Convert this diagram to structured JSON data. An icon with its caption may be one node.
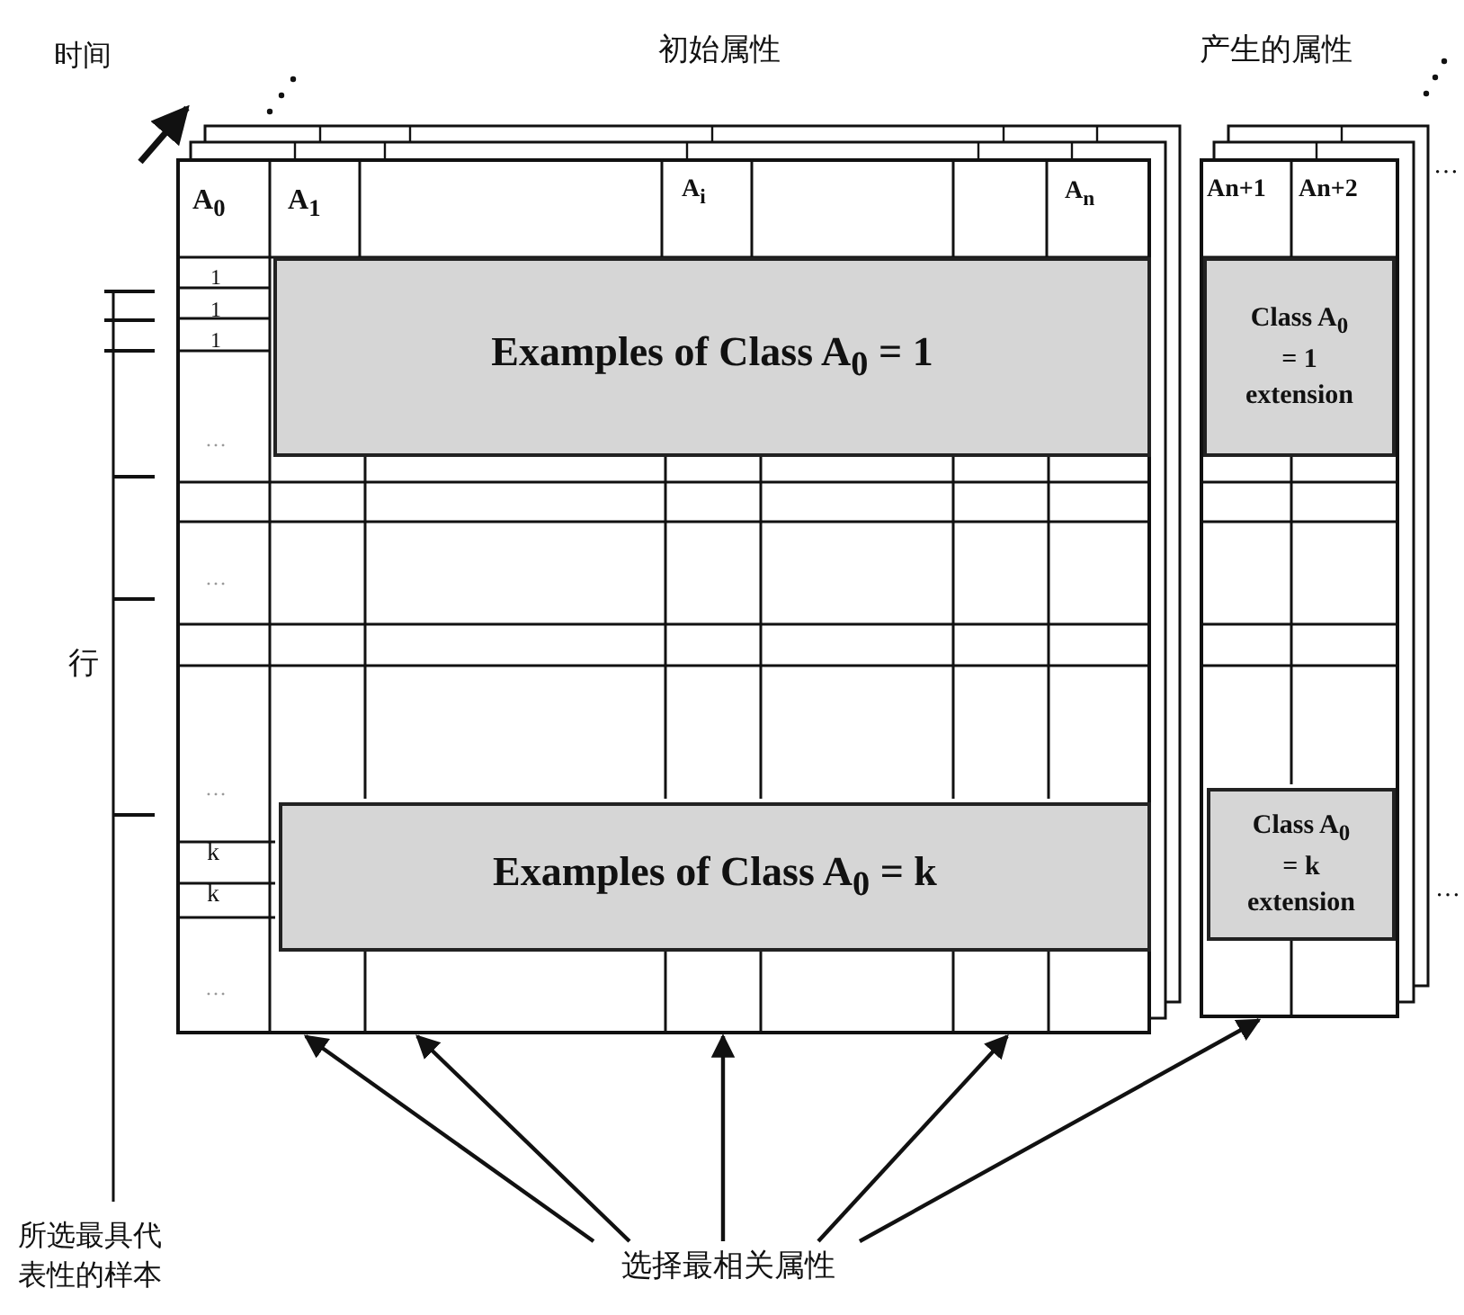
{
  "diagram": {
    "nodes": [
      {
        "text": [
          "初始属性"
        ]
      },
      {
        "text": [
          "Examples of Class A$_{0}$ = 1"
        ],
        "in": 0
      },
      {
        "text": [
          "Examples of Class A$_{0}$ = k"
        ],
        "in": 0
      },
      {
        "text": [
          "产生的属性"
        ]
      },
      {
        "text": [
          "Class A$_{0}$ = 1 extension"
        ],
        "in": 3
      },
      {
        "text": [
          "Class A$_{0}$ = k extension"
        ],
        "in": 3
      },
      {
        "text": [
          "选择最相关属性"
        ]
      }
    ],
    "edges": [
      {
        "from": 6,
        "to": 0,
        "arrow": "to"
      },
      {
        "from": 6,
        "to": 0,
        "arrow": "to"
      },
      {
        "from": 6,
        "to": 0,
        "arrow": "to"
      },
      {
        "from": 6,
        "to": 0,
        "arrow": "to"
      },
      {
        "from": 6,
        "to": 3,
        "arrow": "to"
      }
    ],
    "labels": [
      "时间",
      "A$_{0}$",
      "A$_{1}$",
      "A$_{i}$",
      "A$_{n}$",
      "An+1",
      "An+2",
      "…",
      "1",
      "1",
      "1",
      "…",
      "…",
      "行",
      "…",
      "k",
      "k",
      "…",
      "…",
      "所选最具代表性的样本"
    ]
  }
}
